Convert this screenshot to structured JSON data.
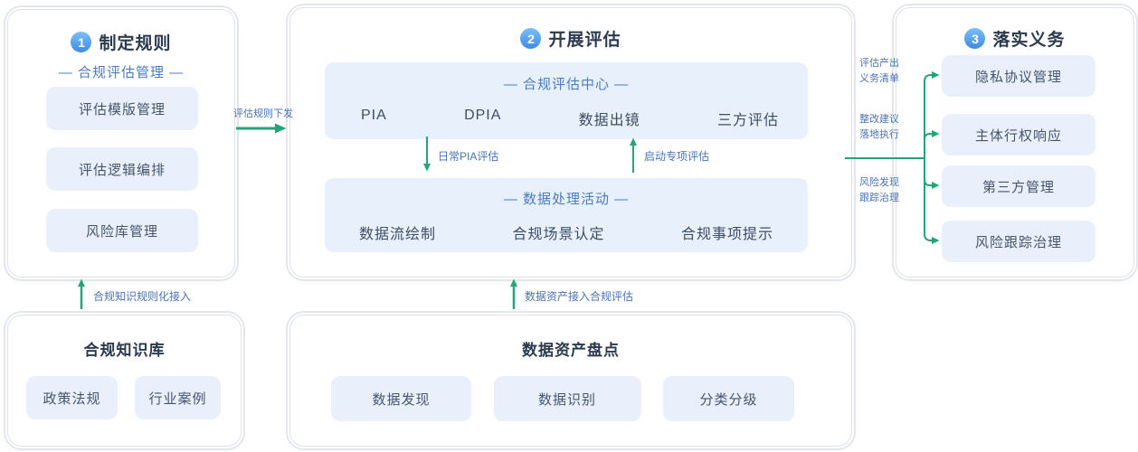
{
  "palette": {
    "accent_green": "#26a479",
    "accent_blue": "#4a7cc0",
    "pill_bg": "#e9f0fc",
    "badge_blue": "#3e8be4",
    "title_dark": "#2b3a4e"
  },
  "panels": {
    "rules": {
      "badge": "1",
      "title": "制定规则",
      "subtitle": "— 合规评估管理 —",
      "items": [
        "评估模版管理",
        "评估逻辑编排",
        "风险库管理"
      ]
    },
    "assess": {
      "badge": "2",
      "title": "开展评估",
      "center_box": {
        "title": "— 合规评估中心 —",
        "items": [
          "PIA",
          "DPIA",
          "数据出镜",
          "三方评估"
        ]
      },
      "down_arrow_label": "日常PIA评估",
      "up_arrow_label": "启动专项评估",
      "activity_box": {
        "title": "— 数据处理活动 —",
        "items": [
          "数据流绘制",
          "合规场景认定",
          "合规事项提示"
        ]
      }
    },
    "duty": {
      "badge": "3",
      "title": "落实义务",
      "items": [
        "隐私协议管理",
        "主体行权响应",
        "第三方管理",
        "风险跟踪治理"
      ]
    },
    "knowledge": {
      "title": "合规知识库",
      "items": [
        "政策法规",
        "行业案例"
      ]
    },
    "asset": {
      "title": "数据资产盘点",
      "items": [
        "数据发现",
        "数据识别",
        "分类分级"
      ]
    }
  },
  "connectors": {
    "rules_to_assess_label": "评估规则下发",
    "side_labels": [
      {
        "line1": "评估产出",
        "line2": "义务清单"
      },
      {
        "line1": "整改建议",
        "line2": "落地执行"
      },
      {
        "line1": "风险发现",
        "line2": "跟踪治理"
      }
    ],
    "knowledge_to_rules_label": "合规知识规则化接入",
    "asset_to_assess_label": "数据资产接入合规评估"
  }
}
